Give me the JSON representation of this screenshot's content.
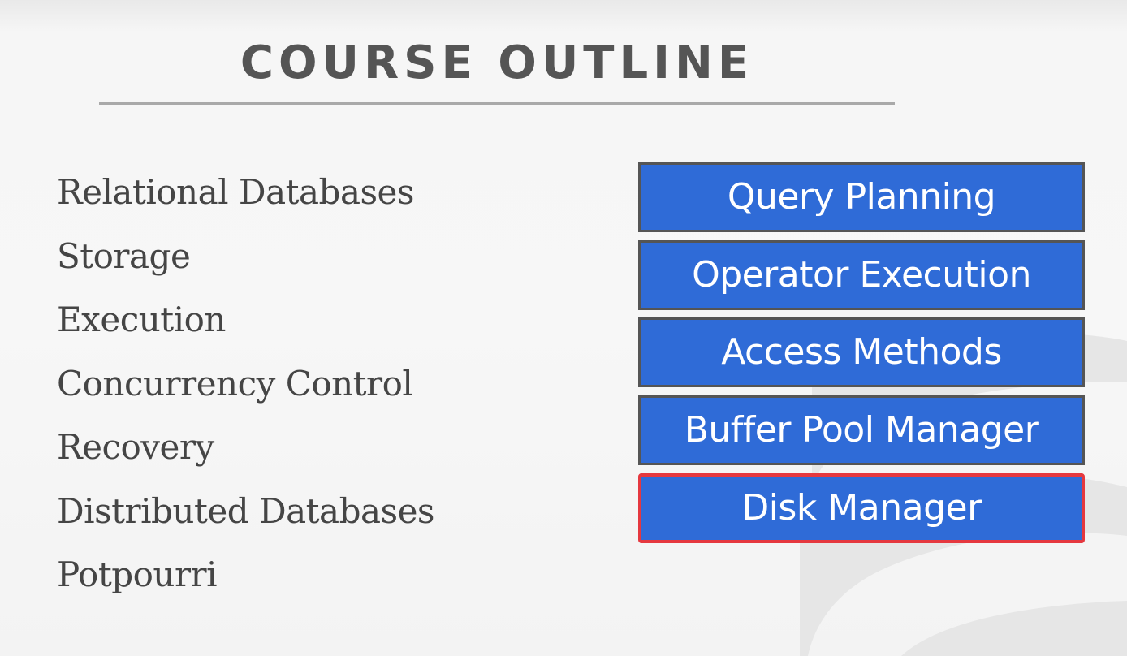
{
  "slide": {
    "title": "COURSE OUTLINE",
    "topics": [
      "Relational Databases",
      "Storage",
      "Execution",
      "Concurrency Control",
      "Recovery",
      "Distributed Databases",
      "Potpourri"
    ],
    "layers": [
      "Query Planning",
      "Operator Execution",
      "Access Methods",
      "Buffer Pool Manager",
      "Disk Manager"
    ],
    "highlighted_layer": "Disk Manager"
  },
  "colors": {
    "layer_fill": "#2f6bd7",
    "layer_border": "#555555",
    "highlight_border": "#e5383f",
    "title_text": "#555555",
    "body_text": "#454545"
  },
  "icons": {
    "watermark": "database-cylinder-icon"
  }
}
